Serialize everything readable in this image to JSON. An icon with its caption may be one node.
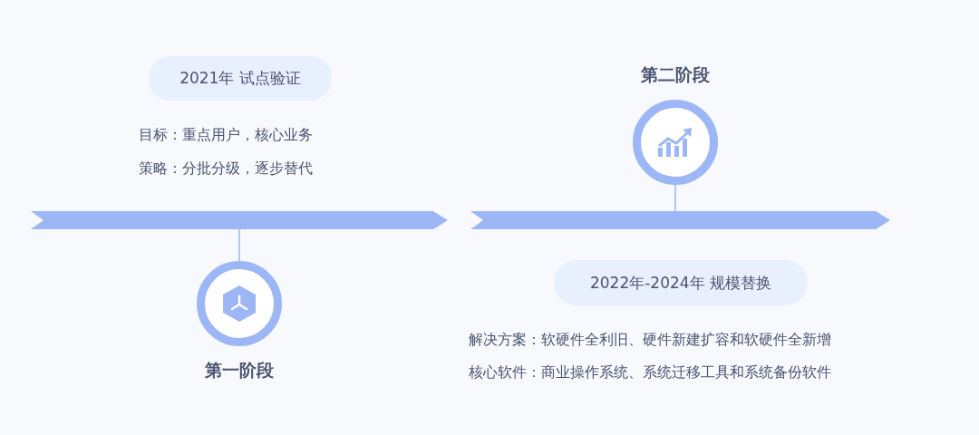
{
  "diagram": {
    "nodes": [
      {
        "text": [
          "2021年 试点验证"
        ]
      },
      {
        "text": [],
        "shape": "bar"
      },
      {
        "text": [],
        "shape": "circle",
        "beside": [
          "第一阶段"
        ]
      },
      {
        "text": [
          "2022年-2024年 规模替换"
        ]
      },
      {
        "text": [],
        "shape": "bar"
      },
      {
        "text": [],
        "shape": "circle",
        "beside": [
          "第二阶段"
        ]
      }
    ],
    "edges": [
      {
        "from": 1,
        "to": 2,
        "arrow": "none"
      },
      {
        "from": 5,
        "to": 4,
        "arrow": "none"
      }
    ],
    "labels": [
      "目标：重点用户，核心业务",
      "策略：分批分级，逐步替代",
      "解决方案：软硬件全利旧、硬件新建扩容和软硬件全新增",
      "核心软件：商业操作系统、系统迁移工具和系统备份软件"
    ]
  }
}
